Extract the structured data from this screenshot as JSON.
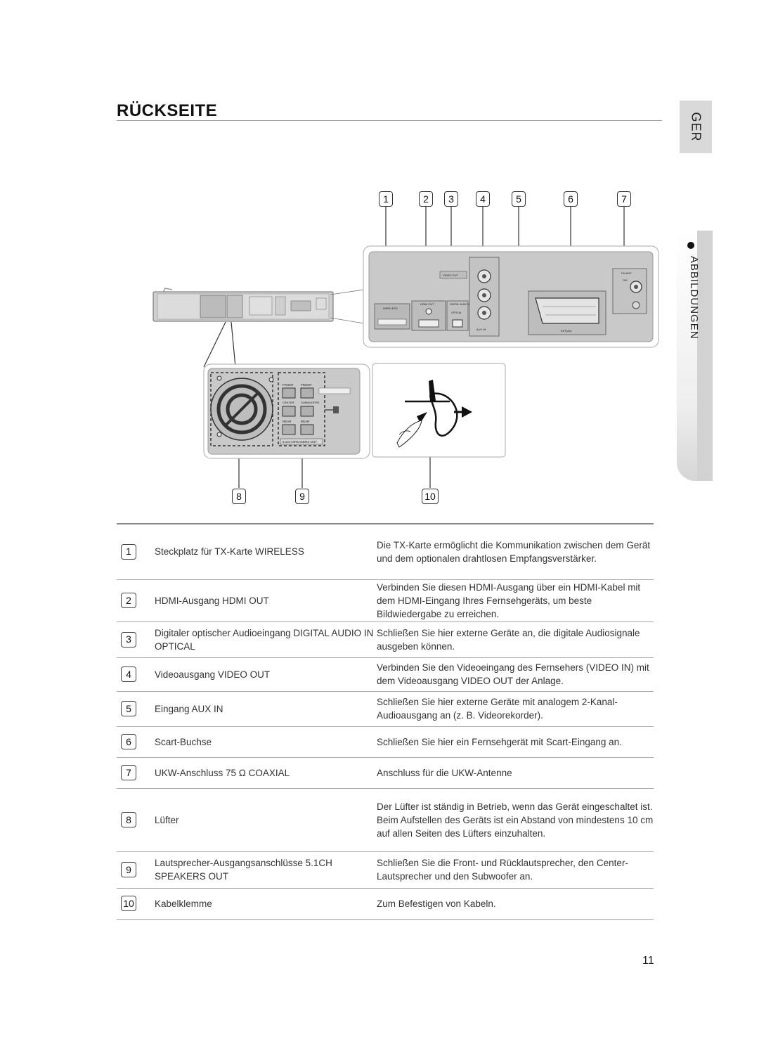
{
  "page": {
    "title": "RÜCKSEITE",
    "language_tab": "GER",
    "section_tab": "ABBILDUNGEN",
    "page_number": "11"
  },
  "figure": {
    "callouts_top": [
      "1",
      "2",
      "3",
      "4",
      "5",
      "6",
      "7"
    ],
    "callouts_bottom": [
      "8",
      "9",
      "10"
    ],
    "panel_labels": {
      "wireless": "WIRELESS",
      "hdmi_out": "HDMI OUT",
      "video_out": "VIDEO OUT",
      "digital_audio_in": "DIGITAL AUDIO IN",
      "optical": "OPTICAL",
      "aux_in": "AUX IN",
      "ext_av": "EXT(AV)",
      "fm_ant": "FM ANT",
      "ohm": "75Ω",
      "speakers_out": "5.1CH SPEAKERS OUT",
      "front": "FRONT",
      "center": "CENTER",
      "subwoofer": "SUBWOOFER",
      "rear": "REAR"
    }
  },
  "table": [
    {
      "num": "1",
      "name": "Steckplatz für TX-Karte WIRELESS",
      "desc": "Die TX-Karte ermöglicht die Kommunikation zwischen dem Gerät und dem optionalen drahtlosen Empfangsverstärker."
    },
    {
      "num": "2",
      "name": "HDMI-Ausgang HDMI OUT",
      "desc": "Verbinden Sie diesen HDMI-Ausgang über ein HDMI-Kabel mit dem HDMI-Eingang Ihres Fernsehgeräts, um beste Bildwiedergabe zu erreichen."
    },
    {
      "num": "3",
      "name": "Digitaler optischer Audioeingang DIGITAL AUDIO IN OPTICAL",
      "desc": "Schließen Sie hier externe Geräte an, die digitale Audiosignale ausgeben können."
    },
    {
      "num": "4",
      "name": "Videoausgang VIDEO OUT",
      "desc": "Verbinden Sie den Videoeingang des Fernsehers (VIDEO IN) mit dem Videoausgang VIDEO OUT der Anlage."
    },
    {
      "num": "5",
      "name": "Eingang AUX IN",
      "desc": "Schließen Sie hier externe Geräte mit analogem 2-Kanal-Audioausgang an (z. B. Videorekorder)."
    },
    {
      "num": "6",
      "name": "Scart-Buchse",
      "desc": "Schließen Sie hier ein Fernsehgerät mit Scart-Eingang an."
    },
    {
      "num": "7",
      "name": "UKW-Anschluss 75 Ω COAXIAL",
      "desc": "Anschluss für die UKW-Antenne"
    },
    {
      "num": "8",
      "name": "Lüfter",
      "desc": "Der Lüfter ist ständig in Betrieb, wenn das Gerät eingeschaltet ist. Beim Aufstellen des Geräts ist ein Abstand von mindestens 10 cm auf allen Seiten des Lüfters einzuhalten."
    },
    {
      "num": "9",
      "name": "Lautsprecher-Ausgangsanschlüsse 5.1CH SPEAKERS OUT",
      "desc": "Schließen Sie die Front- und Rücklautsprecher, den Center-Lautsprecher und den Subwoofer an."
    },
    {
      "num": "10",
      "name": "Kabelklemme",
      "desc": "Zum Befestigen von Kabeln."
    }
  ]
}
